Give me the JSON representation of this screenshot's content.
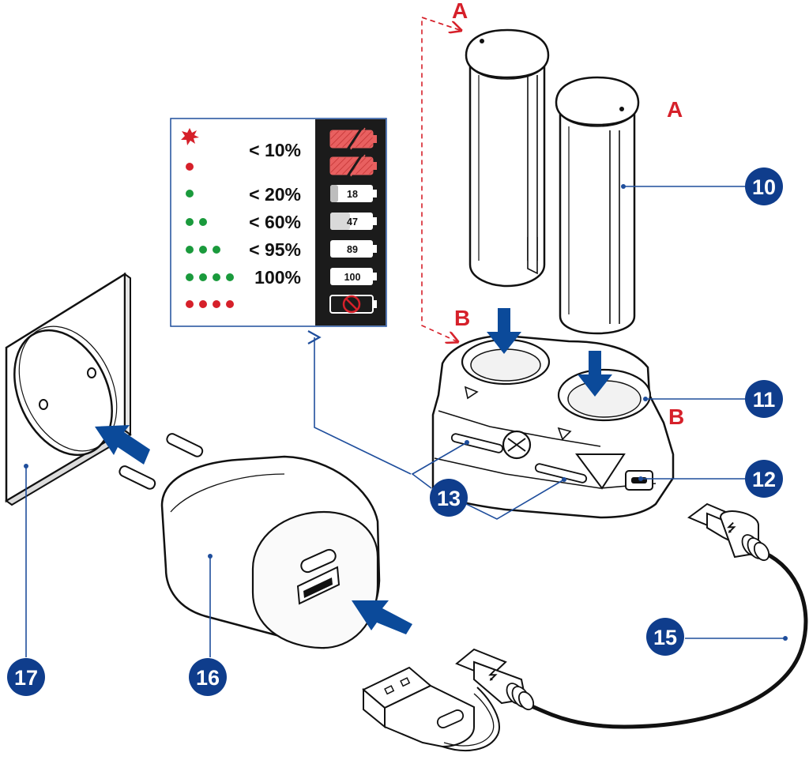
{
  "callouts": {
    "batteries": "10",
    "charging_base": "11",
    "usb_port": "12",
    "led_indicators": "13",
    "usb_cable": "15",
    "wall_adapter": "16",
    "wall_socket": "17"
  },
  "labels": {
    "a_dashed": "A",
    "a_battery": "A",
    "b_dashed": "B",
    "b_base": "B"
  },
  "led_legend": {
    "rows": [
      {
        "leds": "flash-red",
        "percent": "< 10%",
        "battery": "empty-hatched"
      },
      {
        "leds": "1-red",
        "percent": "",
        "battery": "empty-hatched"
      },
      {
        "leds": "1-green",
        "percent": "< 20%",
        "battery": "18"
      },
      {
        "leds": "2-green",
        "percent": "< 60%",
        "battery": "47"
      },
      {
        "leds": "3-green",
        "percent": "< 95%",
        "battery": "89"
      },
      {
        "leds": "4-green",
        "percent": "100%",
        "battery": "100"
      },
      {
        "leds": "4-red",
        "percent": "",
        "battery": "fault-crossed"
      }
    ],
    "colors": {
      "green": "#1a9a3c",
      "red": "#d6202a",
      "panel_dark": "#1b1b1b",
      "hatched_fill": "#e86060"
    }
  },
  "colors": {
    "callout_circle": "#0f3d8c",
    "leader_line": "#1f4e9c",
    "arrow_blue": "#0b4a9a",
    "label_red": "#d6202a"
  }
}
